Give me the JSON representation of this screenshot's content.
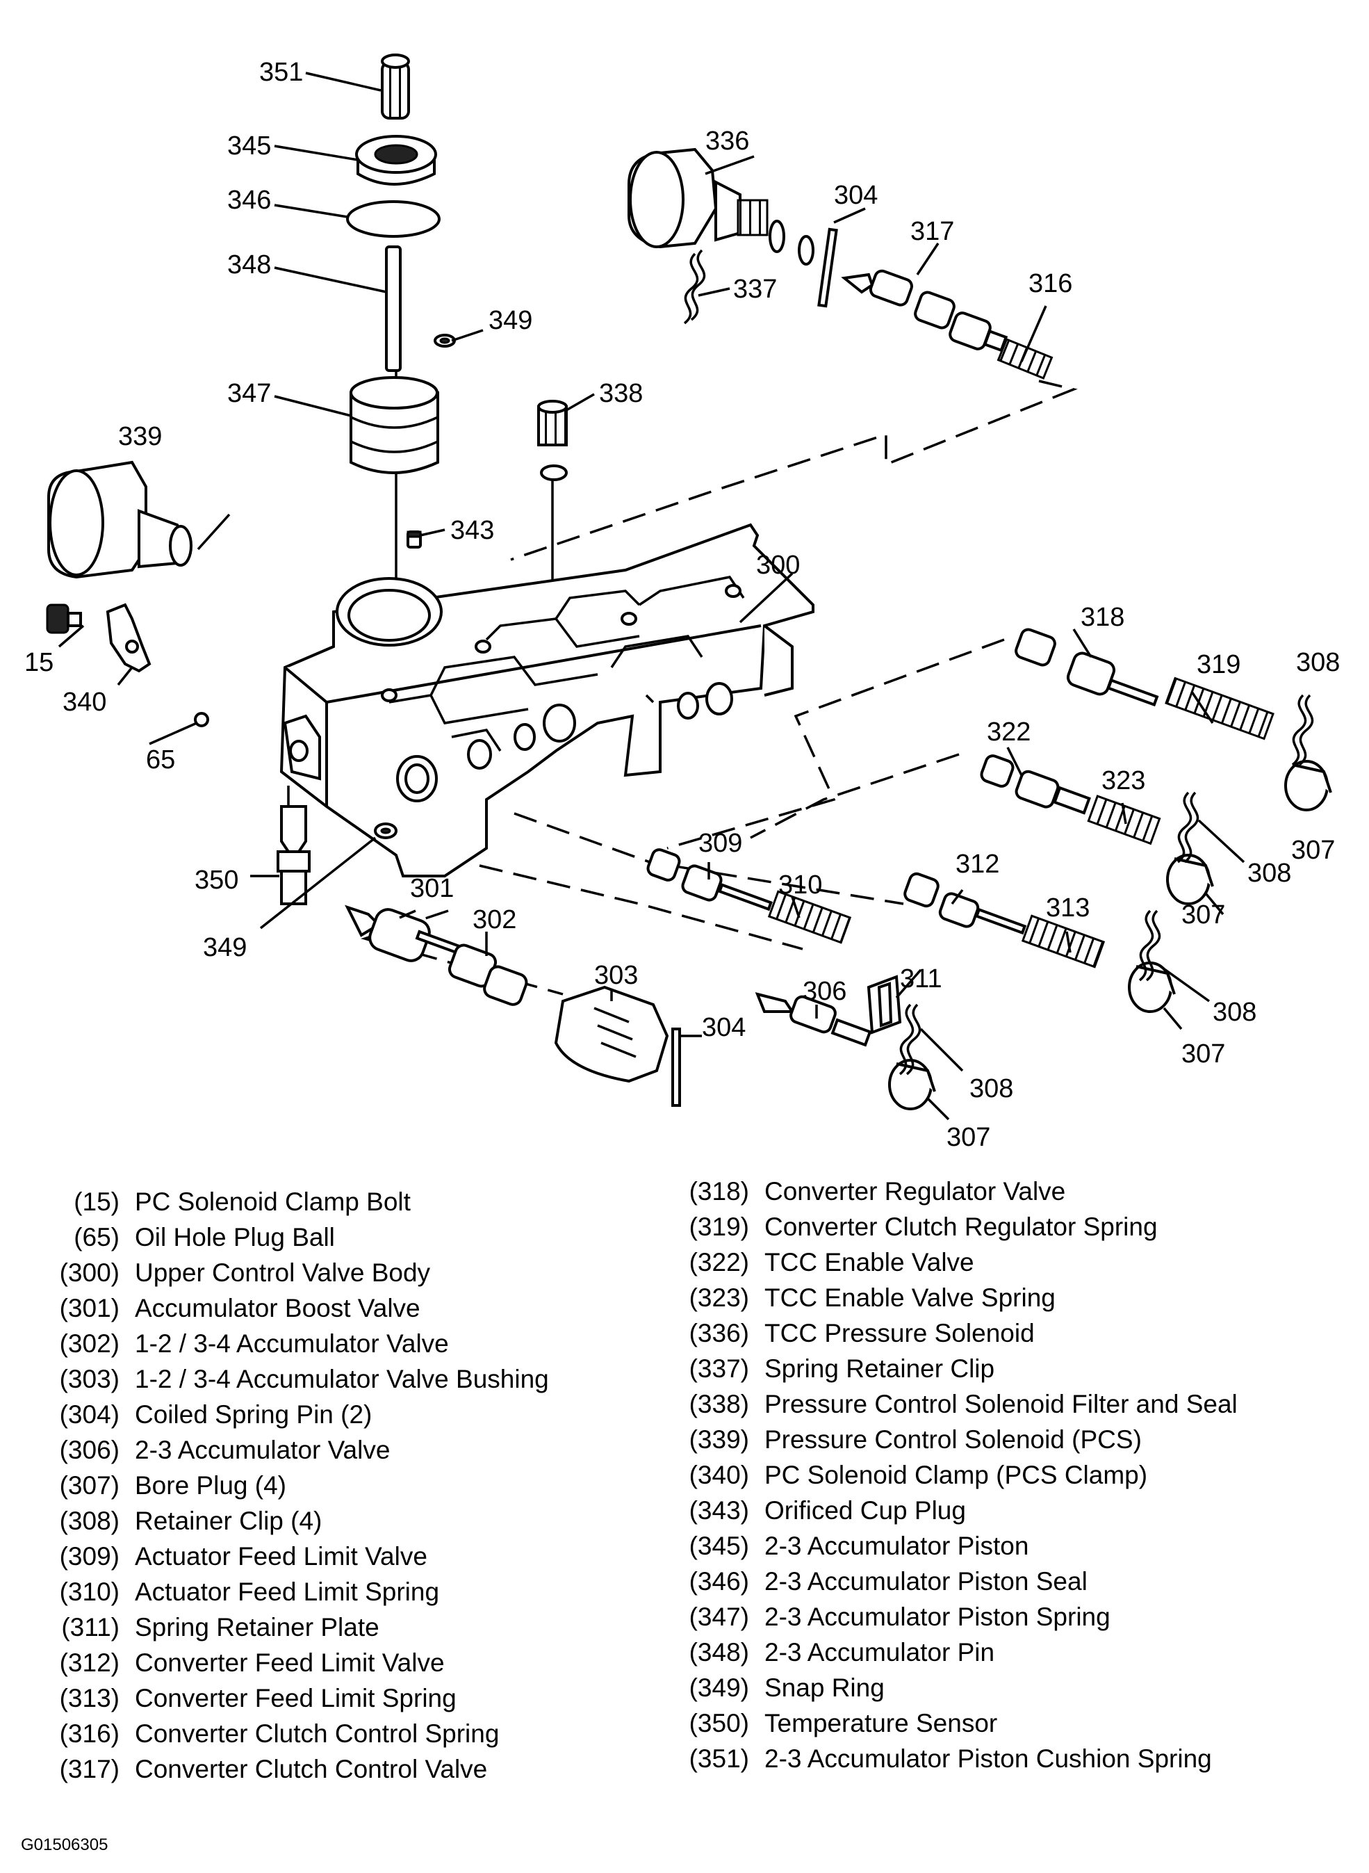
{
  "callouts": {
    "c351": "351",
    "c345": "345",
    "c346": "346",
    "c348": "348",
    "c349a": "349",
    "c347": "347",
    "c339": "339",
    "c343": "343",
    "c338": "338",
    "c336": "336",
    "c304a": "304",
    "c317": "317",
    "c337": "337",
    "c316": "316",
    "c300": "300",
    "c15": "15",
    "c340": "340",
    "c65": "65",
    "c318": "318",
    "c319": "319",
    "c308a": "308",
    "c322": "322",
    "c323": "323",
    "c307a": "307",
    "c308b": "308",
    "c307b": "307",
    "c350": "350",
    "c301": "301",
    "c309": "309",
    "c312": "312",
    "c302": "302",
    "c310": "310",
    "c313": "313",
    "c349b": "349",
    "c311": "311",
    "c303": "303",
    "c306": "306",
    "c308c": "308",
    "c307c": "307",
    "c304b": "304",
    "c308d": "308",
    "c307d": "307"
  },
  "legend_left": [
    {
      "num": "(15)",
      "label": "PC Solenoid Clamp Bolt"
    },
    {
      "num": "(65)",
      "label": "Oil Hole Plug Ball"
    },
    {
      "num": "(300)",
      "label": "Upper Control Valve Body"
    },
    {
      "num": "(301)",
      "label": "Accumulator Boost Valve"
    },
    {
      "num": "(302)",
      "label": "1-2 / 3-4 Accumulator Valve"
    },
    {
      "num": "(303)",
      "label": "1-2 / 3-4 Accumulator Valve Bushing"
    },
    {
      "num": "(304)",
      "label": "Coiled Spring Pin (2)"
    },
    {
      "num": "(306)",
      "label": "2-3 Accumulator Valve"
    },
    {
      "num": "(307)",
      "label": "Bore Plug (4)"
    },
    {
      "num": "(308)",
      "label": "Retainer Clip (4)"
    },
    {
      "num": "(309)",
      "label": "Actuator Feed Limit Valve"
    },
    {
      "num": "(310)",
      "label": "Actuator Feed Limit Spring"
    },
    {
      "num": "(311)",
      "label": "Spring Retainer Plate"
    },
    {
      "num": "(312)",
      "label": "Converter Feed Limit Valve"
    },
    {
      "num": "(313)",
      "label": "Converter Feed Limit Spring"
    },
    {
      "num": "(316)",
      "label": "Converter Clutch Control Spring"
    },
    {
      "num": "(317)",
      "label": "Converter Clutch Control Valve"
    }
  ],
  "legend_right": [
    {
      "num": "(318)",
      "label": "Converter Regulator Valve"
    },
    {
      "num": "(319)",
      "label": "Converter Clutch Regulator Spring"
    },
    {
      "num": "(322)",
      "label": "TCC Enable Valve"
    },
    {
      "num": "(323)",
      "label": "TCC Enable Valve Spring"
    },
    {
      "num": "(336)",
      "label": "TCC Pressure Solenoid"
    },
    {
      "num": "(337)",
      "label": "Spring Retainer Clip"
    },
    {
      "num": "(338)",
      "label": "Pressure Control Solenoid Filter and Seal"
    },
    {
      "num": "(339)",
      "label": "Pressure Control Solenoid (PCS)"
    },
    {
      "num": "(340)",
      "label": "PC Solenoid Clamp (PCS Clamp)"
    },
    {
      "num": "(343)",
      "label": "Orificed Cup Plug"
    },
    {
      "num": "(345)",
      "label": "2-3 Accumulator Piston"
    },
    {
      "num": "(346)",
      "label": "2-3 Accumulator Piston Seal"
    },
    {
      "num": "(347)",
      "label": "2-3 Accumulator Piston Spring"
    },
    {
      "num": "(348)",
      "label": "2-3 Accumulator Pin"
    },
    {
      "num": "(349)",
      "label": "Snap Ring"
    },
    {
      "num": "(350)",
      "label": "Temperature Sensor"
    },
    {
      "num": "(351)",
      "label": "2-3 Accumulator Piston Cushion Spring"
    }
  ],
  "figure_id": "G01506305"
}
